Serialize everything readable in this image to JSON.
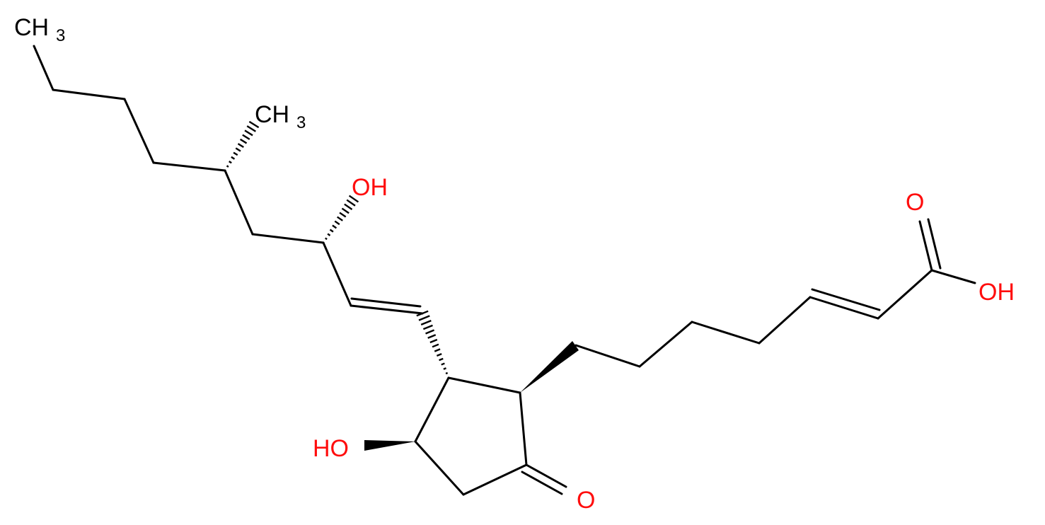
{
  "molecule": {
    "atom_labels": {
      "ch3_top": "CH",
      "ch3_top_sub": "3",
      "ch3_branch": "CH",
      "ch3_branch_sub": "3",
      "oh_chain": "OH",
      "oh_ring": "HO",
      "o_ketone": "O",
      "o_acid_carbonyl": "O",
      "oh_acid": "OH"
    },
    "colors": {
      "carbon": "#000000",
      "oxygen": "#ff0d0d",
      "background": "#ffffff"
    }
  }
}
